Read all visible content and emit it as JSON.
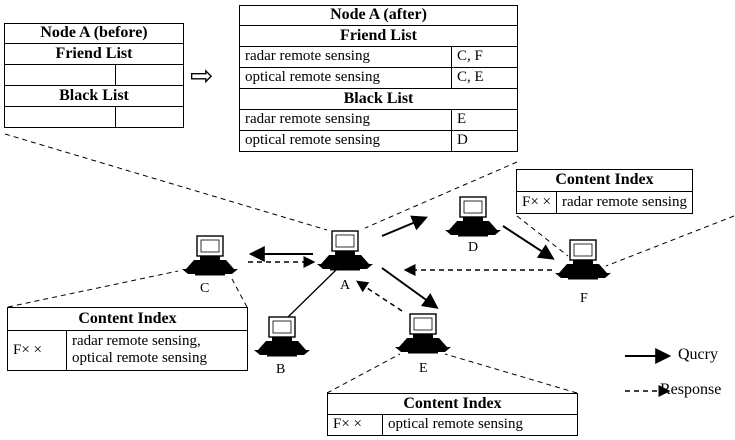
{
  "before": {
    "title": "Node A (before)",
    "friend_title": "Friend List",
    "black_title": "Black List"
  },
  "arrow_glyph": "⇨",
  "after": {
    "title": "Node A (after)",
    "friend_title": "Friend List",
    "friend_rows": [
      {
        "topic": "radar remote sensing",
        "nodes": "C, F"
      },
      {
        "topic": "optical remote sensing",
        "nodes": "C, E"
      }
    ],
    "black_title": "Black List",
    "black_rows": [
      {
        "topic": "radar remote sensing",
        "nodes": "E"
      },
      {
        "topic": "optical remote sensing",
        "nodes": "D"
      }
    ]
  },
  "index_f": {
    "title": "Content Index",
    "key": "F× ×",
    "value": "radar remote sensing"
  },
  "index_c": {
    "title": "Content Index",
    "key": "F× ×",
    "value_line1": "radar remote sensing,",
    "value_line2": "optical remote sensing"
  },
  "index_e": {
    "title": "Content Index",
    "key": "F× ×",
    "value": "optical remote sensing"
  },
  "nodes": {
    "a": "A",
    "b": "B",
    "c": "C",
    "d": "D",
    "e": "E",
    "f": "F"
  },
  "legend": {
    "query": "Qucry",
    "response": "Response"
  }
}
